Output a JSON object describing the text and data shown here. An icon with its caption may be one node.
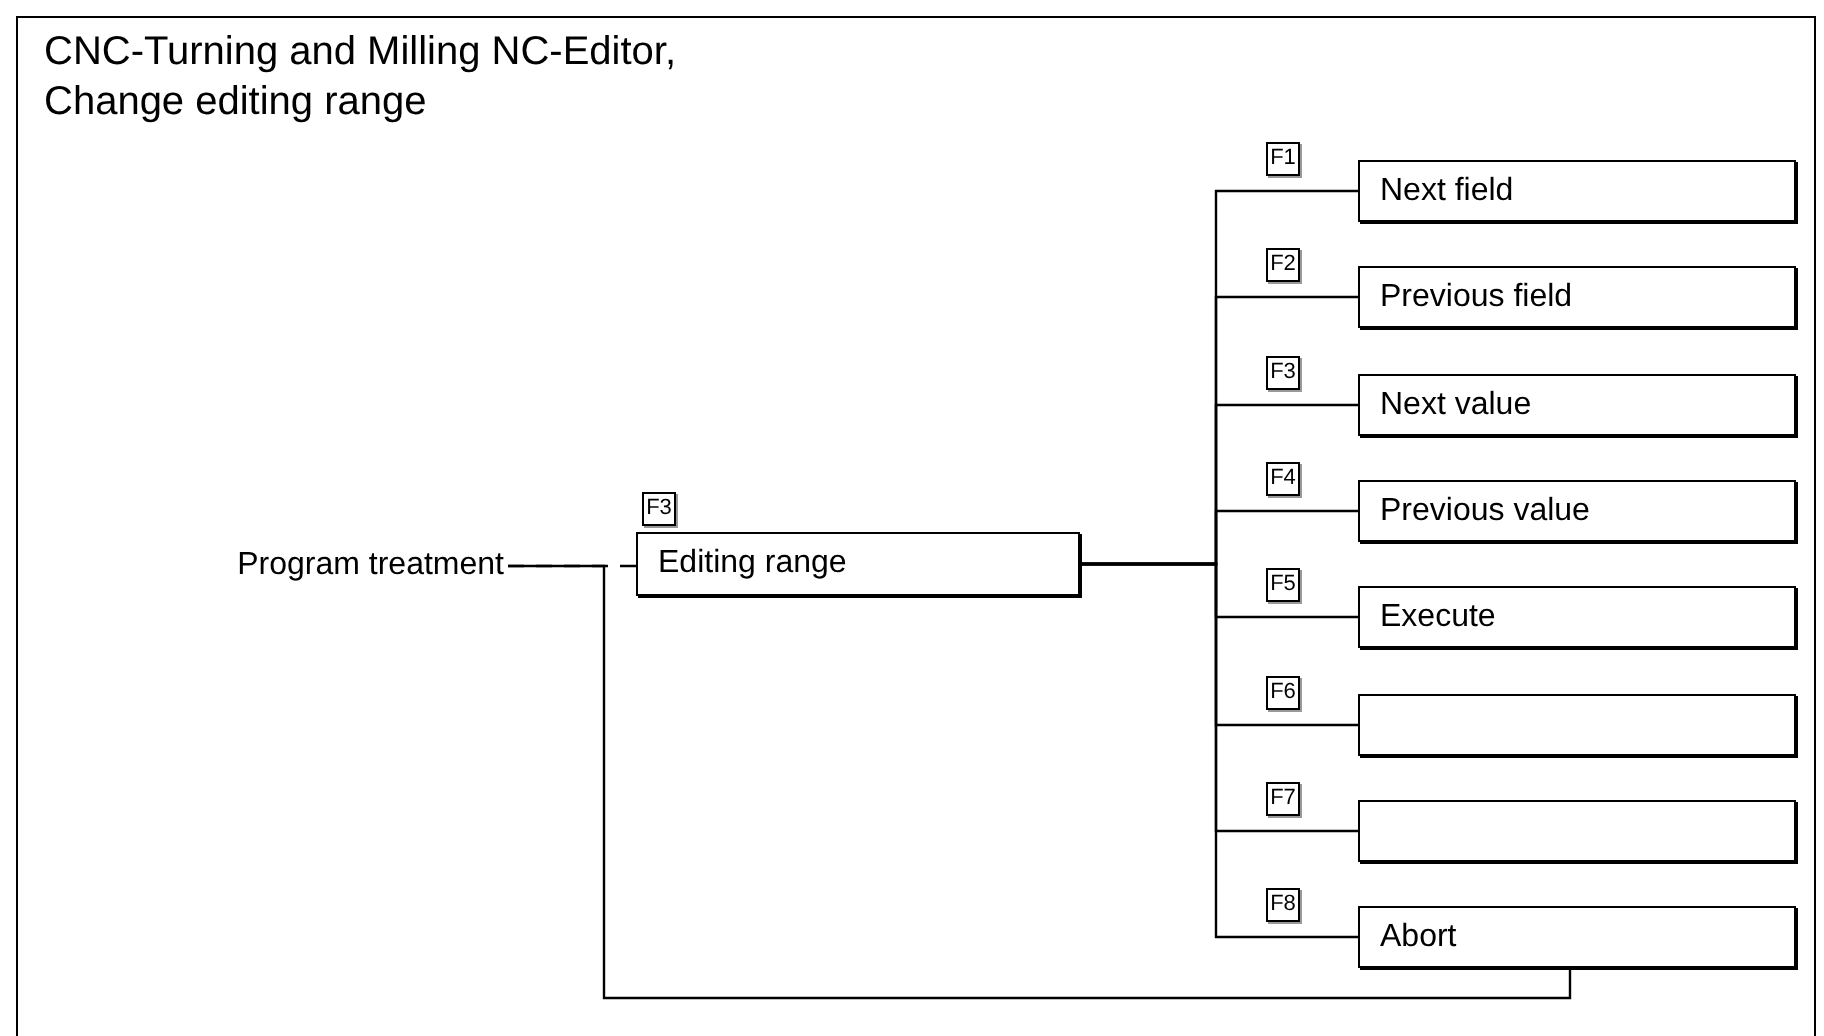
{
  "diagram": {
    "title": "CNC-Turning and Milling NC-Editor, Change editing range",
    "nodes": [
      {
        "text": [
          "Program treatment"
        ]
      },
      {
        "text": [
          "Editing range"
        ],
        "beside": [
          "F3"
        ]
      },
      {
        "text": [
          "Next field"
        ],
        "beside": [
          "F1"
        ]
      },
      {
        "text": [
          "Previous field"
        ],
        "beside": [
          "F2"
        ]
      },
      {
        "text": [
          "Next value"
        ],
        "beside": [
          "F3"
        ]
      },
      {
        "text": [
          "Previous value"
        ],
        "beside": [
          "F4"
        ]
      },
      {
        "text": [
          "Execute"
        ],
        "beside": [
          "F5"
        ]
      },
      {
        "text": [],
        "shape": "box",
        "beside": [
          "F6"
        ]
      },
      {
        "text": [],
        "shape": "box",
        "beside": [
          "F7"
        ]
      },
      {
        "text": [
          "Abort"
        ],
        "beside": [
          "F8"
        ]
      }
    ],
    "edges": [
      {
        "from": 0,
        "to": 1,
        "arrow": "none",
        "style": "dashed"
      },
      {
        "from": 1,
        "to": 2,
        "arrow": "none"
      },
      {
        "from": 1,
        "to": 3,
        "arrow": "none"
      },
      {
        "from": 1,
        "to": 4,
        "arrow": "none"
      },
      {
        "from": 1,
        "to": 5,
        "arrow": "none"
      },
      {
        "from": 1,
        "to": 6,
        "arrow": "none"
      },
      {
        "from": 1,
        "to": 7,
        "arrow": "none"
      },
      {
        "from": 1,
        "to": 8,
        "arrow": "none"
      },
      {
        "from": 1,
        "to": 9,
        "arrow": "none"
      },
      {
        "from": 9,
        "to": 0,
        "arrow": "none"
      }
    ]
  }
}
